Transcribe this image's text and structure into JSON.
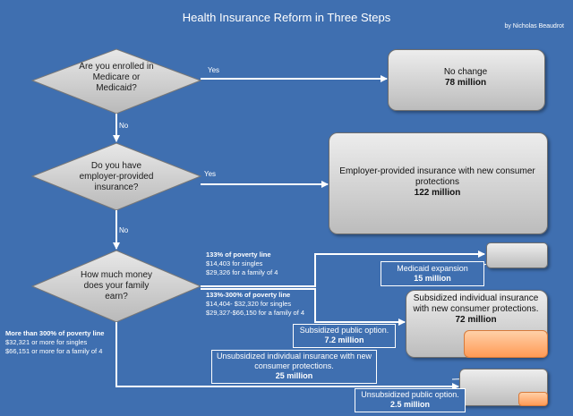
{
  "title": "Health Insurance Reform in Three Steps",
  "author": "by Nicholas Beaudrot",
  "questions": {
    "q1": "Are you enrolled in Medicare or Medicaid?",
    "q2": "Do you have employer-provided insurance?",
    "q3": "How much money does your family earn?"
  },
  "edges": {
    "yes1": "Yes",
    "no1": "No",
    "yes2": "Yes",
    "no2": "No"
  },
  "outcomes": {
    "no_change": {
      "label": "No change",
      "value": "78 million"
    },
    "employer": {
      "label": "Employer-provided insurance with new consumer protections",
      "value": "122 million"
    },
    "medicaid": {
      "label": "Medicaid expansion",
      "value": "15 million"
    },
    "subsidized": {
      "label": "Subsidized individual insurance with new consumer protections.",
      "value": "72 million"
    },
    "subsidized_public": {
      "label": "Subsidized public option.",
      "value": "7.2 million"
    },
    "unsubsidized": {
      "label": "Unsubsidized individual insurance with new consumer protections.",
      "value": "25 million"
    },
    "unsubsidized_public": {
      "label": "Unsubsidized public option.",
      "value": "2.5 million"
    }
  },
  "income": {
    "band1": {
      "heading": "133% of poverty line",
      "singles": "$14,403 for singles",
      "family": "$29,326 for a family of 4"
    },
    "band2": {
      "heading": "133%-300% of poverty line",
      "singles": "$14,404- $32,320 for singles",
      "family": "$29,327-$66,150 for a family of 4"
    },
    "band3": {
      "heading": "More than 300% of poverty line",
      "singles": "$32,321 or more  for singles",
      "family": "$66,151 or more for a family of 4"
    }
  }
}
